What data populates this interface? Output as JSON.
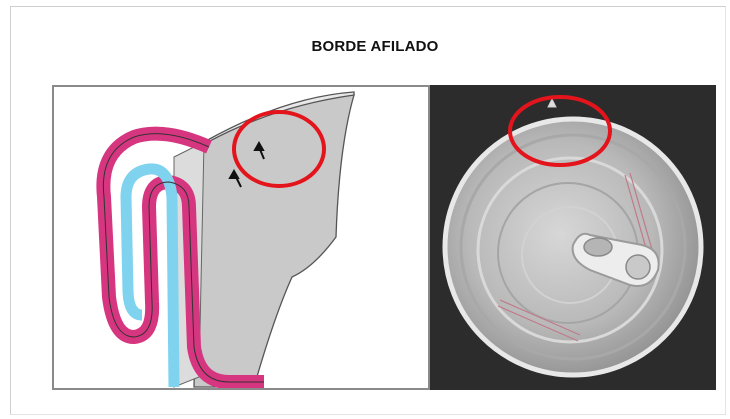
{
  "title": "BORDE AFILADO",
  "colors": {
    "highlight_circle": "#e3141b",
    "seam_magenta": "#d6357f",
    "seam_blue": "#7fd3ef",
    "can_body": "#c9c9c9",
    "photo_background": "#2c2c2c"
  },
  "panels": [
    {
      "name": "seam-cross-section-diagram",
      "icon": "can-seam-diagram"
    },
    {
      "name": "can-lid-photo",
      "icon": "pull-tab-lid"
    }
  ]
}
